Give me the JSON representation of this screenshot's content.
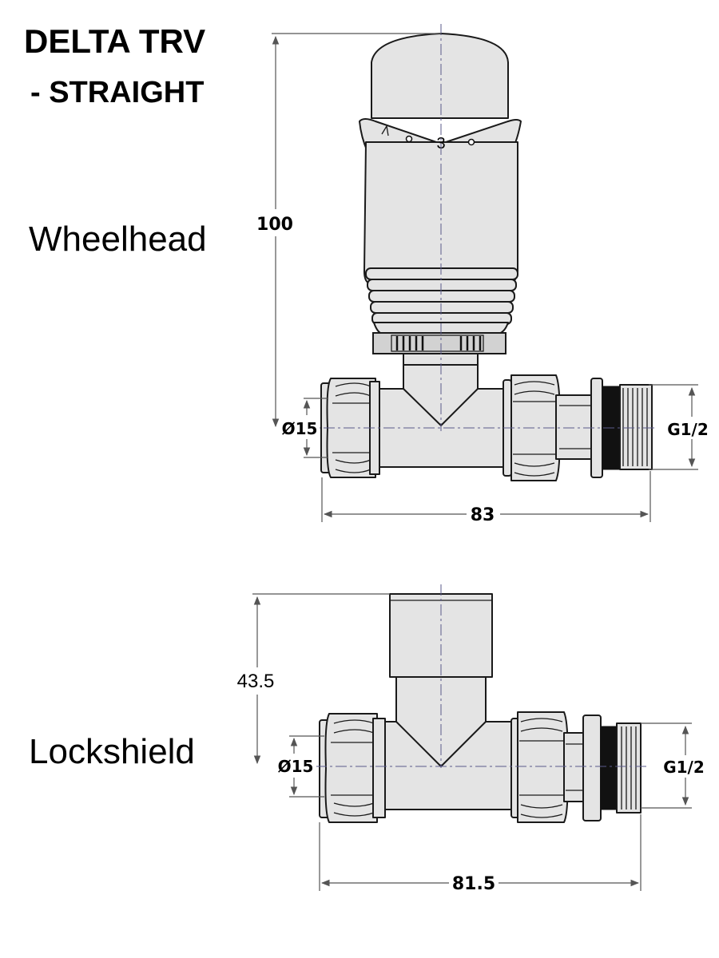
{
  "title": {
    "line1": "DELTA TRV",
    "line2": "- STRAIGHT"
  },
  "wheelhead": {
    "label": "Wheelhead",
    "dial_mark": "3",
    "dims": {
      "height": "100",
      "pipe_diameter": "Ø15",
      "thread": "G1/2",
      "length": "83"
    }
  },
  "lockshield": {
    "label": "Lockshield",
    "dims": {
      "height": "43.5",
      "pipe_diameter": "Ø15",
      "thread": "G1/2",
      "length": "81.5"
    }
  }
}
